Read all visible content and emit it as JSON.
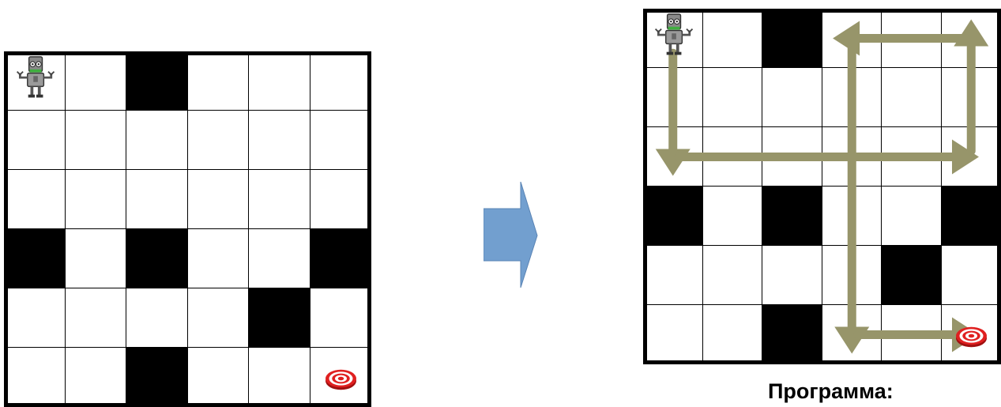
{
  "board": {
    "rows": 6,
    "cols": 6,
    "grid_color": "#000000",
    "blocked_color": "#000000",
    "blocked_cells": [
      [
        0,
        2
      ],
      [
        3,
        0
      ],
      [
        3,
        2
      ],
      [
        3,
        5
      ],
      [
        4,
        4
      ],
      [
        5,
        2
      ]
    ],
    "robot_cell": [
      0,
      0
    ],
    "target_cell": [
      5,
      5
    ]
  },
  "solution_board": {
    "rows": 6,
    "cols": 6,
    "blocked_cells": [
      [
        0,
        2
      ],
      [
        3,
        0
      ],
      [
        3,
        2
      ],
      [
        3,
        5
      ],
      [
        4,
        4
      ],
      [
        5,
        2
      ]
    ],
    "robot_cell": [
      0,
      0
    ],
    "target_cell": [
      5,
      5
    ],
    "arrow_color": "#97956a",
    "path_arrows": [
      {
        "from": [
          0,
          0
        ],
        "to": [
          2,
          0
        ],
        "direction": "down"
      },
      {
        "from": [
          2,
          0
        ],
        "to": [
          2,
          5
        ],
        "direction": "right"
      },
      {
        "from": [
          2,
          5
        ],
        "to": [
          0,
          5
        ],
        "direction": "up"
      },
      {
        "from": [
          0,
          5
        ],
        "to": [
          0,
          3
        ],
        "direction": "left"
      },
      {
        "from": [
          0,
          3
        ],
        "to": [
          5,
          3
        ],
        "direction": "down"
      },
      {
        "from": [
          5,
          3
        ],
        "to": [
          5,
          5
        ],
        "direction": "right"
      }
    ]
  },
  "transition_arrow": {
    "color": "#729fcf",
    "icon": "right-arrow-icon"
  },
  "icons": {
    "robot": "robot-icon",
    "target": "target-icon"
  },
  "caption": "Программа:"
}
